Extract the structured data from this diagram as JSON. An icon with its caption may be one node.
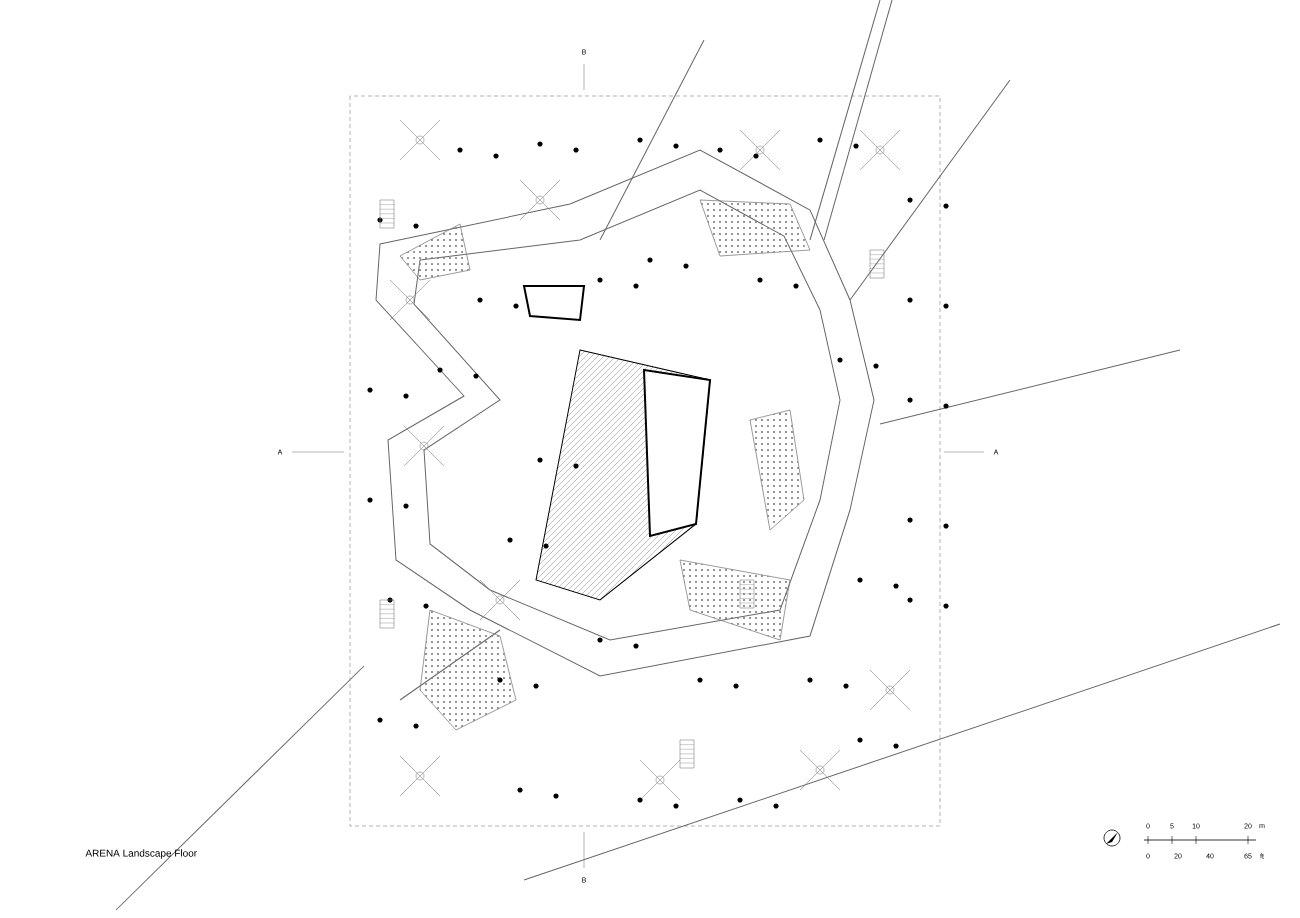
{
  "diagram": {
    "labels": [
      "B",
      "A",
      "A",
      "ARENA Landscape Floor",
      "0",
      "5",
      "10",
      "20",
      "m",
      "0",
      "20",
      "40",
      "65",
      "ft",
      "B"
    ]
  }
}
